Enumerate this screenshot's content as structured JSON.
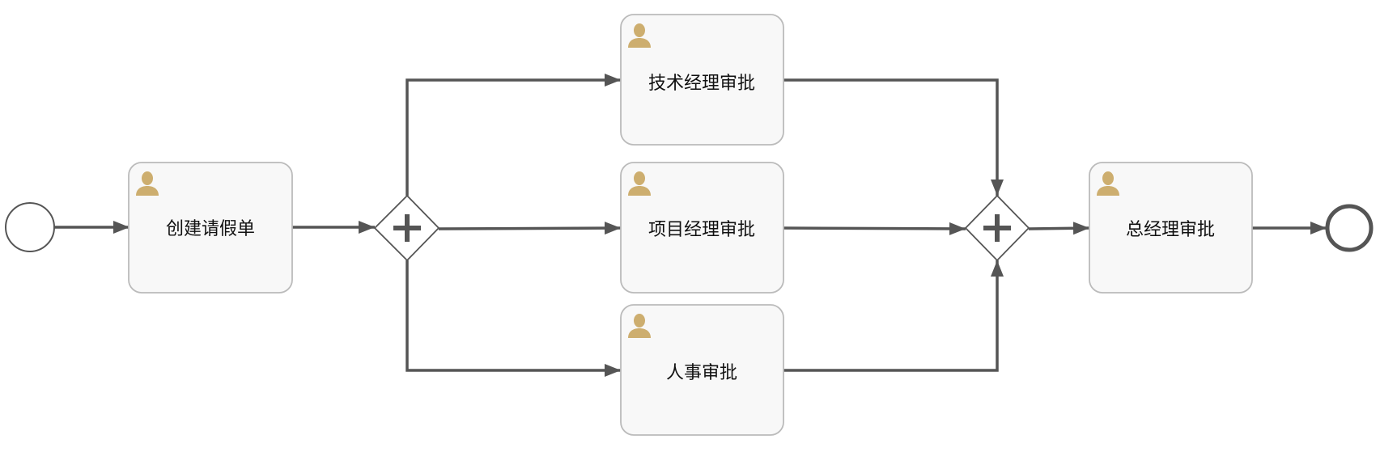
{
  "colors": {
    "line": "#555555",
    "task_fill": "#f8f8f8",
    "task_stroke": "#bbbbbb",
    "user_icon": "#cdae6f",
    "event_stroke": "#555555"
  },
  "nodes": {
    "start": {
      "type": "start-event",
      "label": ""
    },
    "create": {
      "type": "user-task",
      "label": "创建请假单",
      "icon": "user-icon"
    },
    "split": {
      "type": "parallel-gateway",
      "label": ""
    },
    "tech": {
      "type": "user-task",
      "label": "技术经理审批",
      "icon": "user-icon"
    },
    "project": {
      "type": "user-task",
      "label": "项目经理审批",
      "icon": "user-icon"
    },
    "hr": {
      "type": "user-task",
      "label": "人事审批",
      "icon": "user-icon"
    },
    "join": {
      "type": "parallel-gateway",
      "label": ""
    },
    "gm": {
      "type": "user-task",
      "label": "总经理审批",
      "icon": "user-icon"
    },
    "end": {
      "type": "end-event",
      "label": ""
    }
  },
  "flows": [
    {
      "from": "start",
      "to": "create"
    },
    {
      "from": "create",
      "to": "split"
    },
    {
      "from": "split",
      "to": "tech"
    },
    {
      "from": "split",
      "to": "project"
    },
    {
      "from": "split",
      "to": "hr"
    },
    {
      "from": "tech",
      "to": "join"
    },
    {
      "from": "project",
      "to": "join"
    },
    {
      "from": "hr",
      "to": "join"
    },
    {
      "from": "join",
      "to": "gm"
    },
    {
      "from": "gm",
      "to": "end"
    }
  ]
}
